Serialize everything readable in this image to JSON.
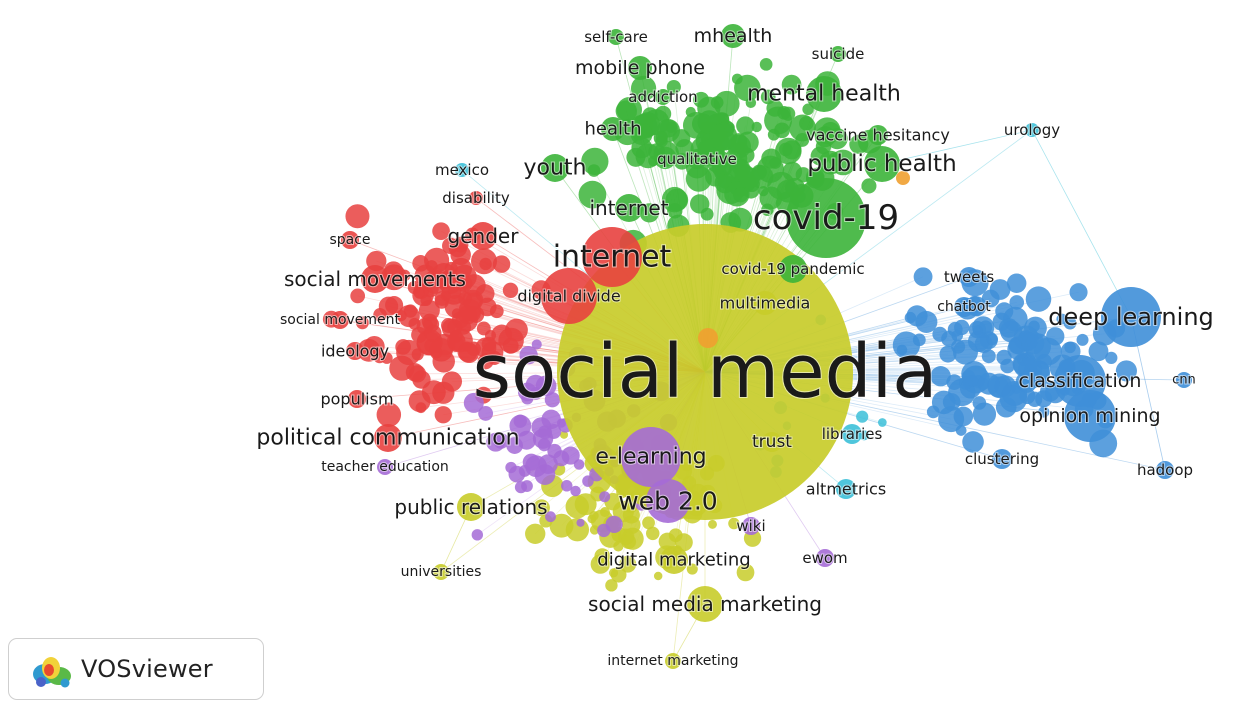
{
  "software_badge": {
    "label": "VOSviewer",
    "logo": "vosviewer-logo-icon"
  },
  "cluster_colors": {
    "red": "#e8413f",
    "green": "#3cb43a",
    "blue": "#3f8fd8",
    "yellow": "#c8cc2a",
    "purple": "#a56bd6",
    "cyan": "#3cc0d8",
    "orange": "#f0a030"
  },
  "terms": [
    {
      "id": "social-media",
      "label": "social media",
      "cluster": "yellow"
    },
    {
      "id": "covid-19",
      "label": "covid-19",
      "cluster": "green"
    },
    {
      "id": "internet-main",
      "label": "internet",
      "cluster": "red"
    },
    {
      "id": "deep-learning",
      "label": "deep learning",
      "cluster": "blue"
    },
    {
      "id": "mental-health",
      "label": "mental health",
      "cluster": "green"
    },
    {
      "id": "public-health",
      "label": "public health",
      "cluster": "green"
    },
    {
      "id": "web-2-0",
      "label": "web 2.0",
      "cluster": "purple"
    },
    {
      "id": "e-learning",
      "label": "e-learning",
      "cluster": "purple"
    },
    {
      "id": "political-communication",
      "label": "political communication",
      "cluster": "red"
    },
    {
      "id": "social-media-marketing",
      "label": "social media marketing",
      "cluster": "yellow"
    },
    {
      "id": "classification",
      "label": "classification",
      "cluster": "blue"
    },
    {
      "id": "opinion-mining",
      "label": "opinion mining",
      "cluster": "blue"
    },
    {
      "id": "social-movements",
      "label": "social movements",
      "cluster": "red"
    },
    {
      "id": "public-relations",
      "label": "public relations",
      "cluster": "yellow"
    },
    {
      "id": "digital-marketing",
      "label": "digital marketing",
      "cluster": "yellow"
    },
    {
      "id": "mobile-phone",
      "label": "mobile phone",
      "cluster": "green"
    },
    {
      "id": "mhealth",
      "label": "mhealth",
      "cluster": "green"
    },
    {
      "id": "youth",
      "label": "youth",
      "cluster": "green"
    },
    {
      "id": "internet-green",
      "label": "internet",
      "cluster": "green"
    },
    {
      "id": "health",
      "label": "health",
      "cluster": "green"
    },
    {
      "id": "gender",
      "label": "gender",
      "cluster": "red"
    },
    {
      "id": "covid-19-pandemic",
      "label": "covid-19 pandemic",
      "cluster": "green"
    },
    {
      "id": "digital-divide",
      "label": "digital divide",
      "cluster": "red"
    },
    {
      "id": "multimedia",
      "label": "multimedia",
      "cluster": "yellow"
    },
    {
      "id": "vaccine-hesitancy",
      "label": "vaccine hesitancy",
      "cluster": "green"
    },
    {
      "id": "self-care",
      "label": "self-care",
      "cluster": "green"
    },
    {
      "id": "suicide",
      "label": "suicide",
      "cluster": "green"
    },
    {
      "id": "addiction",
      "label": "addiction",
      "cluster": "green"
    },
    {
      "id": "qualitative",
      "label": "qualitative",
      "cluster": "green"
    },
    {
      "id": "mexico",
      "label": "mexico",
      "cluster": "cyan"
    },
    {
      "id": "disability",
      "label": "disability",
      "cluster": "red"
    },
    {
      "id": "space",
      "label": "space",
      "cluster": "red"
    },
    {
      "id": "social-movement",
      "label": "social movement",
      "cluster": "red"
    },
    {
      "id": "ideology",
      "label": "ideology",
      "cluster": "red"
    },
    {
      "id": "populism",
      "label": "populism",
      "cluster": "red"
    },
    {
      "id": "teacher-education",
      "label": "teacher education",
      "cluster": "purple"
    },
    {
      "id": "trust",
      "label": "trust",
      "cluster": "yellow"
    },
    {
      "id": "libraries",
      "label": "libraries",
      "cluster": "cyan"
    },
    {
      "id": "altmetrics",
      "label": "altmetrics",
      "cluster": "cyan"
    },
    {
      "id": "wiki",
      "label": "wiki",
      "cluster": "purple"
    },
    {
      "id": "ewom",
      "label": "ewom",
      "cluster": "purple"
    },
    {
      "id": "universities",
      "label": "universities",
      "cluster": "yellow"
    },
    {
      "id": "internet-marketing",
      "label": "internet marketing",
      "cluster": "yellow"
    },
    {
      "id": "tweets",
      "label": "tweets",
      "cluster": "blue"
    },
    {
      "id": "chatbot",
      "label": "chatbot",
      "cluster": "blue"
    },
    {
      "id": "clustering",
      "label": "clustering",
      "cluster": "blue"
    },
    {
      "id": "hadoop",
      "label": "hadoop",
      "cluster": "blue"
    },
    {
      "id": "cnn",
      "label": "cnn",
      "cluster": "blue"
    },
    {
      "id": "urology",
      "label": "urology",
      "cluster": "cyan"
    }
  ]
}
